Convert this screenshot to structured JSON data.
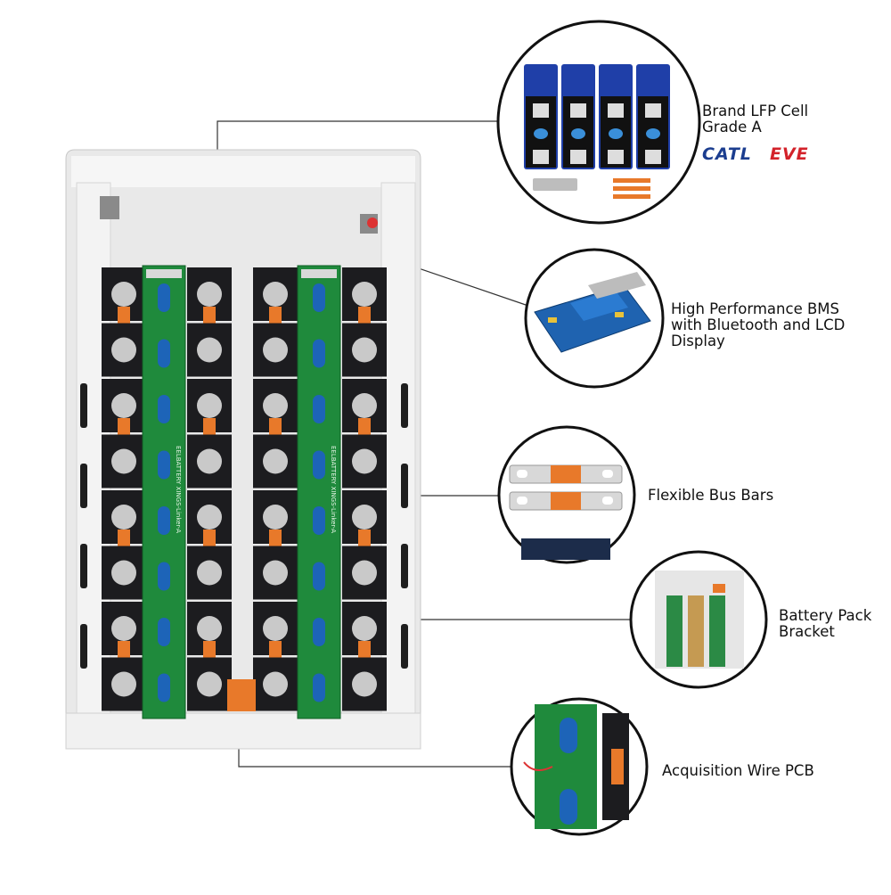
{
  "callouts": [
    {
      "id": "cells",
      "label": "Brand LFP Cell\nGrade A"
    },
    {
      "id": "bms",
      "label": "High Performance BMS\nwith Bluetooth and LCD\nDisplay"
    },
    {
      "id": "busbars",
      "label": "Flexible Bus Bars"
    },
    {
      "id": "bracket",
      "label": "Battery Pack\nBracket"
    },
    {
      "id": "pcb",
      "label": "Acquisition Wire PCB"
    }
  ],
  "brands": {
    "catl": "CATL",
    "eve": "EVE"
  },
  "pcb_print": {
    "left": "EELBATTERY\nXINGS-Linker-A",
    "right": "EELBATTERY\nXINGS-Linker-A"
  },
  "colors": {
    "housing": "#eeeeee",
    "cell": "#1c1c1f",
    "pcb": "#1f8a3c",
    "busbar": "#e8792a",
    "terminal": "#c9c9c9",
    "catl": "#1b3d8f",
    "eve": "#d3222a",
    "leader": "#333333",
    "lfp_cell": "#1f3fa8"
  }
}
